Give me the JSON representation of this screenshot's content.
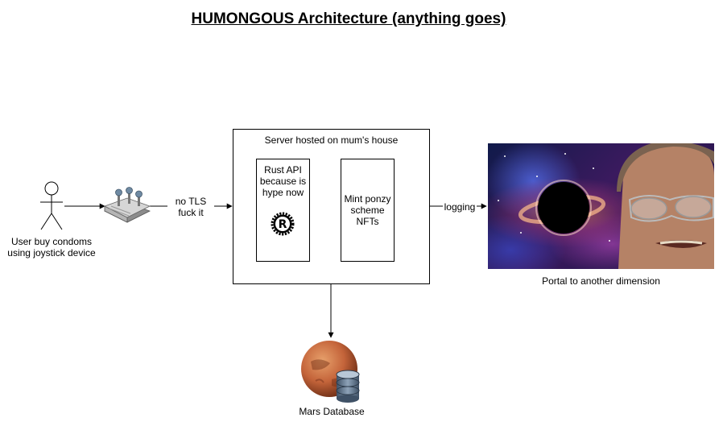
{
  "title": "HUMONGOUS Architecture (anything goes)",
  "nodes": {
    "user": {
      "label": "User buy condoms\nusing joystick device",
      "icon": "stick-figure-actor-icon"
    },
    "device": {
      "icon": "joystick-device-icon"
    },
    "server": {
      "label": "Server hosted on mum's house"
    },
    "rust_api": {
      "label": "Rust API\nbecause is\nhype now",
      "icon": "rust-logo-icon"
    },
    "nft": {
      "label": "Mint ponzy\nscheme\nNFTs"
    },
    "portal": {
      "label": "Portal to another dimension",
      "icon": "black-hole-portrait-image"
    },
    "database": {
      "label": "Mars Database",
      "icon": "mars-database-icon"
    }
  },
  "edges": {
    "device_to_server": {
      "label": "no TLS\nfuck it"
    },
    "server_to_portal": {
      "label": "logging"
    }
  },
  "colors": {
    "line": "#000000",
    "mars": "#c4643a",
    "database": "#5a6f86"
  }
}
